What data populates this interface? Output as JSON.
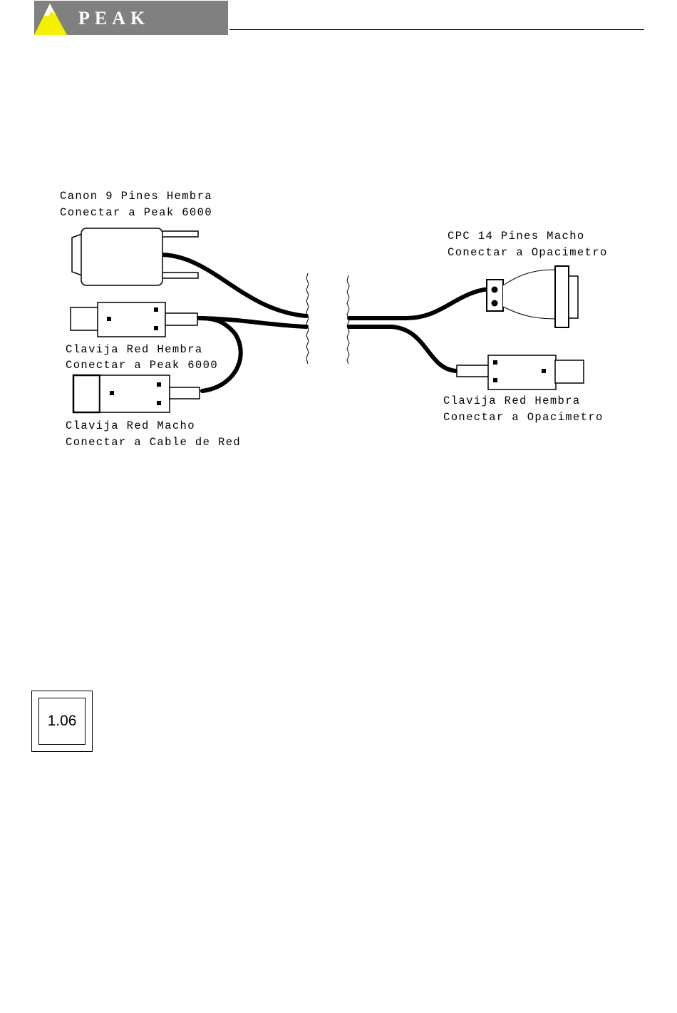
{
  "header": {
    "logo_text": "PEAK",
    "logo_colors": {
      "background": "#808080",
      "mountain": "#f5f000",
      "peak": "#ffffff",
      "text": "#ffffff"
    }
  },
  "diagram": {
    "labels": {
      "canon_title": "Canon 9 Pines Hembra",
      "canon_connect": "Conectar a Peak 6000",
      "red_hembra_left_title": "Clavija Red Hembra",
      "red_hembra_left_connect": "Conectar a Peak 6000",
      "red_macho_title": "Clavija Red Macho",
      "red_macho_connect": "Conectar a Cable de Red",
      "cpc_title": "CPC 14 Pines Macho",
      "cpc_connect": "Conectar a Opacimetro",
      "red_hembra_right_title": "Clavija Red Hembra",
      "red_hembra_right_connect": "Conectar a Opacimetro"
    }
  },
  "version": {
    "label": "1.06"
  }
}
